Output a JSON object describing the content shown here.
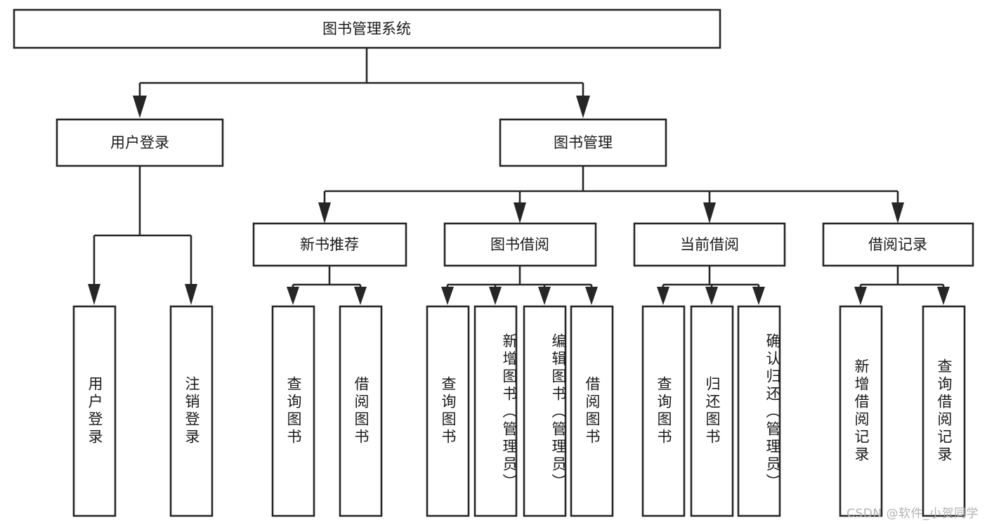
{
  "diagram": {
    "title": "图书管理系统",
    "type": "tree-hierarchy",
    "watermark": "CSDN @软件_小贺同学",
    "root": {
      "id": "root",
      "label": "图书管理系统",
      "orientation": "horizontal"
    },
    "level2": [
      {
        "id": "user-login",
        "label": "用户登录",
        "orientation": "horizontal"
      },
      {
        "id": "book-manage",
        "label": "图书管理",
        "orientation": "horizontal"
      }
    ],
    "level3": [
      {
        "id": "new-book-rec",
        "label": "新书推荐",
        "orientation": "horizontal"
      },
      {
        "id": "book-borrow",
        "label": "图书借阅",
        "orientation": "horizontal"
      },
      {
        "id": "current-borrow",
        "label": "当前借阅",
        "orientation": "horizontal"
      },
      {
        "id": "borrow-record",
        "label": "借阅记录",
        "orientation": "horizontal"
      }
    ],
    "leaves": [
      {
        "id": "leaf-user-login",
        "label": "用户登录",
        "parent": "user-login",
        "orientation": "vertical"
      },
      {
        "id": "leaf-logout",
        "label": "注销登录",
        "parent": "user-login",
        "orientation": "vertical"
      },
      {
        "id": "leaf-query-book-1",
        "label": "查询图书",
        "parent": "new-book-rec",
        "orientation": "vertical"
      },
      {
        "id": "leaf-borrow-book-1",
        "label": "借阅图书",
        "parent": "new-book-rec",
        "orientation": "vertical"
      },
      {
        "id": "leaf-query-book-2",
        "label": "查询图书",
        "parent": "book-borrow",
        "orientation": "vertical"
      },
      {
        "id": "leaf-add-book",
        "label": "新增图书（管理员）",
        "parent": "book-borrow",
        "orientation": "vertical"
      },
      {
        "id": "leaf-edit-book",
        "label": "编辑图书（管理员）",
        "parent": "book-borrow",
        "orientation": "vertical"
      },
      {
        "id": "leaf-borrow-book-2",
        "label": "借阅图书",
        "parent": "book-borrow",
        "orientation": "vertical"
      },
      {
        "id": "leaf-query-book-3",
        "label": "查询图书",
        "parent": "current-borrow",
        "orientation": "vertical"
      },
      {
        "id": "leaf-return-book",
        "label": "归还图书",
        "parent": "current-borrow",
        "orientation": "vertical"
      },
      {
        "id": "leaf-confirm-return",
        "label": "确认归还（管理员）",
        "parent": "current-borrow",
        "orientation": "vertical"
      },
      {
        "id": "leaf-add-record",
        "label": "新增借阅记录",
        "parent": "borrow-record",
        "orientation": "vertical"
      },
      {
        "id": "leaf-query-record",
        "label": "查询借阅记录",
        "parent": "borrow-record",
        "orientation": "vertical"
      }
    ],
    "colors": {
      "stroke": "#262626",
      "fill": "#ffffff",
      "text": "#1a1a1a",
      "watermark": "#b3b3b3"
    }
  }
}
